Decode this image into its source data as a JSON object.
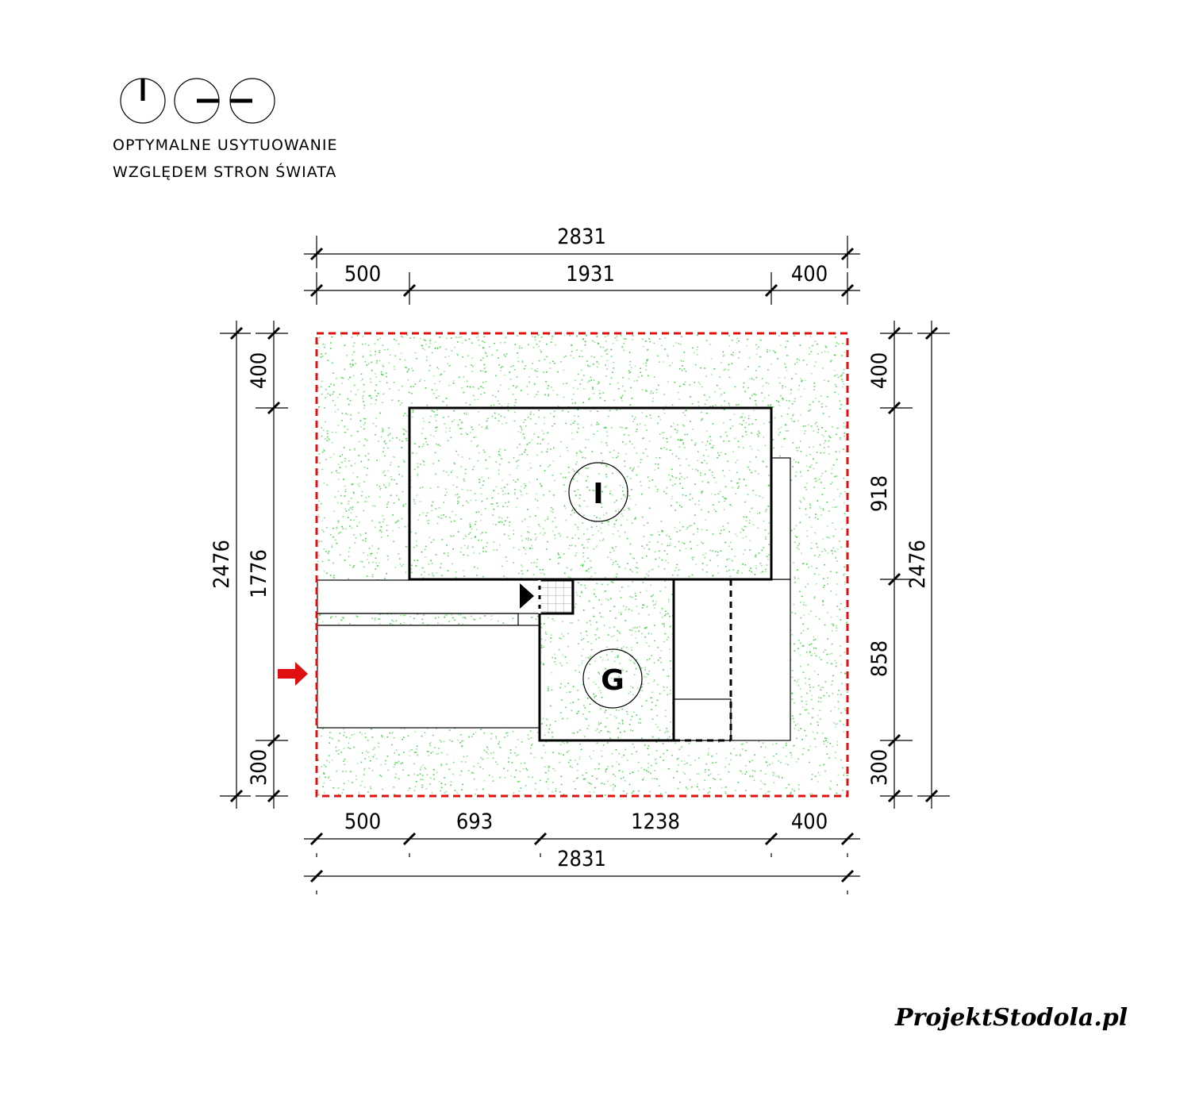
{
  "orientation": {
    "caption_line1": "OPTYMALNE USYTUOWANIE",
    "caption_line2": "WZGLĘDEM STRON ŚWIATA",
    "icons": [
      "compass-north-icon",
      "compass-east-icon",
      "compass-west-icon"
    ]
  },
  "plan": {
    "building_main_label": "I",
    "garage_label": "G",
    "boundary_color": "#e01010",
    "grass_color": "#33cc33",
    "entry_arrow_color": "#e01010"
  },
  "dimensions": {
    "top_total": "2831",
    "top_segments": [
      "500",
      "1931",
      "400"
    ],
    "bottom_segments": [
      "500",
      "693",
      "1238",
      "400"
    ],
    "bottom_total": "2831",
    "left_total": "2476",
    "left_segments": [
      "400",
      "1776",
      "300"
    ],
    "right_segments": [
      "400",
      "918",
      "858",
      "300"
    ],
    "right_total": "2476"
  },
  "logo": "ProjektStodola.pl"
}
